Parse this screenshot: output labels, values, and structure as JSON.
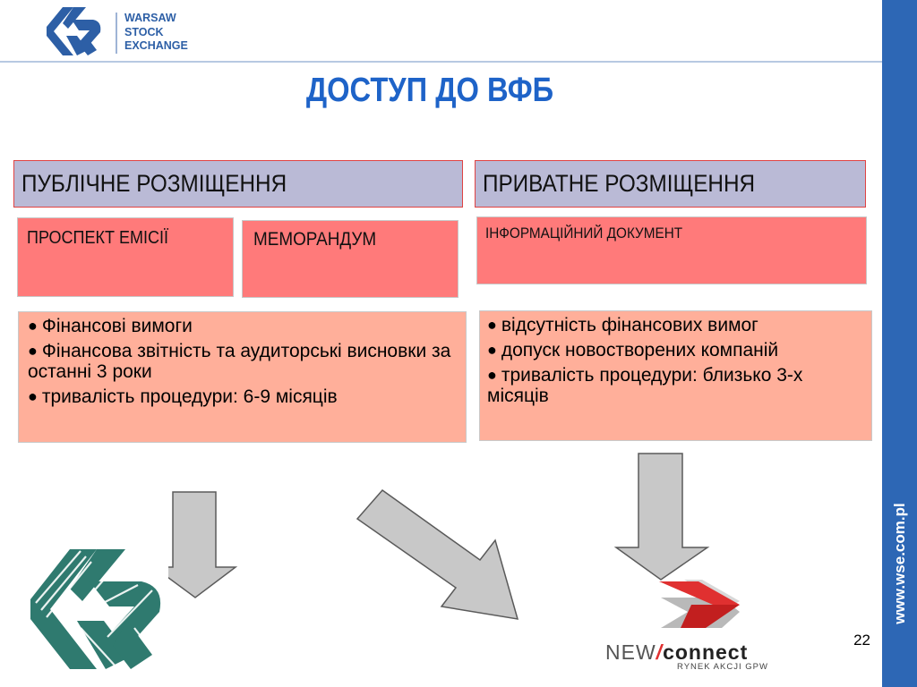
{
  "header": {
    "logo_lines": [
      "WARSAW",
      "STOCK",
      "EXCHANGE"
    ],
    "brand_color": "#2d5fa6"
  },
  "sidebar": {
    "url": "www.wse.com.pl",
    "color": "#2d67b5"
  },
  "title": "ДОСТУП ДО ВФБ",
  "public": {
    "header": "ПУБЛІЧНЕ РОЗМІЩЕННЯ",
    "doc1": "ПРОСПЕКТ ЕМІСІЇ",
    "doc2": "МЕМОРАНДУМ",
    "bullets": [
      "Фінансові вимоги",
      "Фінансова звітність та аудиторські висновки за останні 3 роки",
      "тривалість процедури: 6-9 місяців"
    ]
  },
  "private": {
    "header": "ПРИВАТНЕ РОЗМІЩЕННЯ",
    "doc": "ІНФОРМАЦІЙНИЙ ДОКУМЕНТ",
    "bullets": [
      "відсутність фінансових вимог",
      "допуск новостворених компаній",
      "тривалість процедури: близько 3-х місяців"
    ]
  },
  "newconnect": {
    "brand_left": "NEW",
    "brand_right": "connect",
    "tagline": "RYNEK AKCJI GPW"
  },
  "page_number": "22",
  "colors": {
    "title": "#1e63c8",
    "header_fill": "#babad6",
    "doc_fill": "#ff7a7a",
    "list_fill": "#ffaf9a",
    "arrow_fill": "#c8c8c8",
    "logo_green": "#2f7a6f"
  }
}
